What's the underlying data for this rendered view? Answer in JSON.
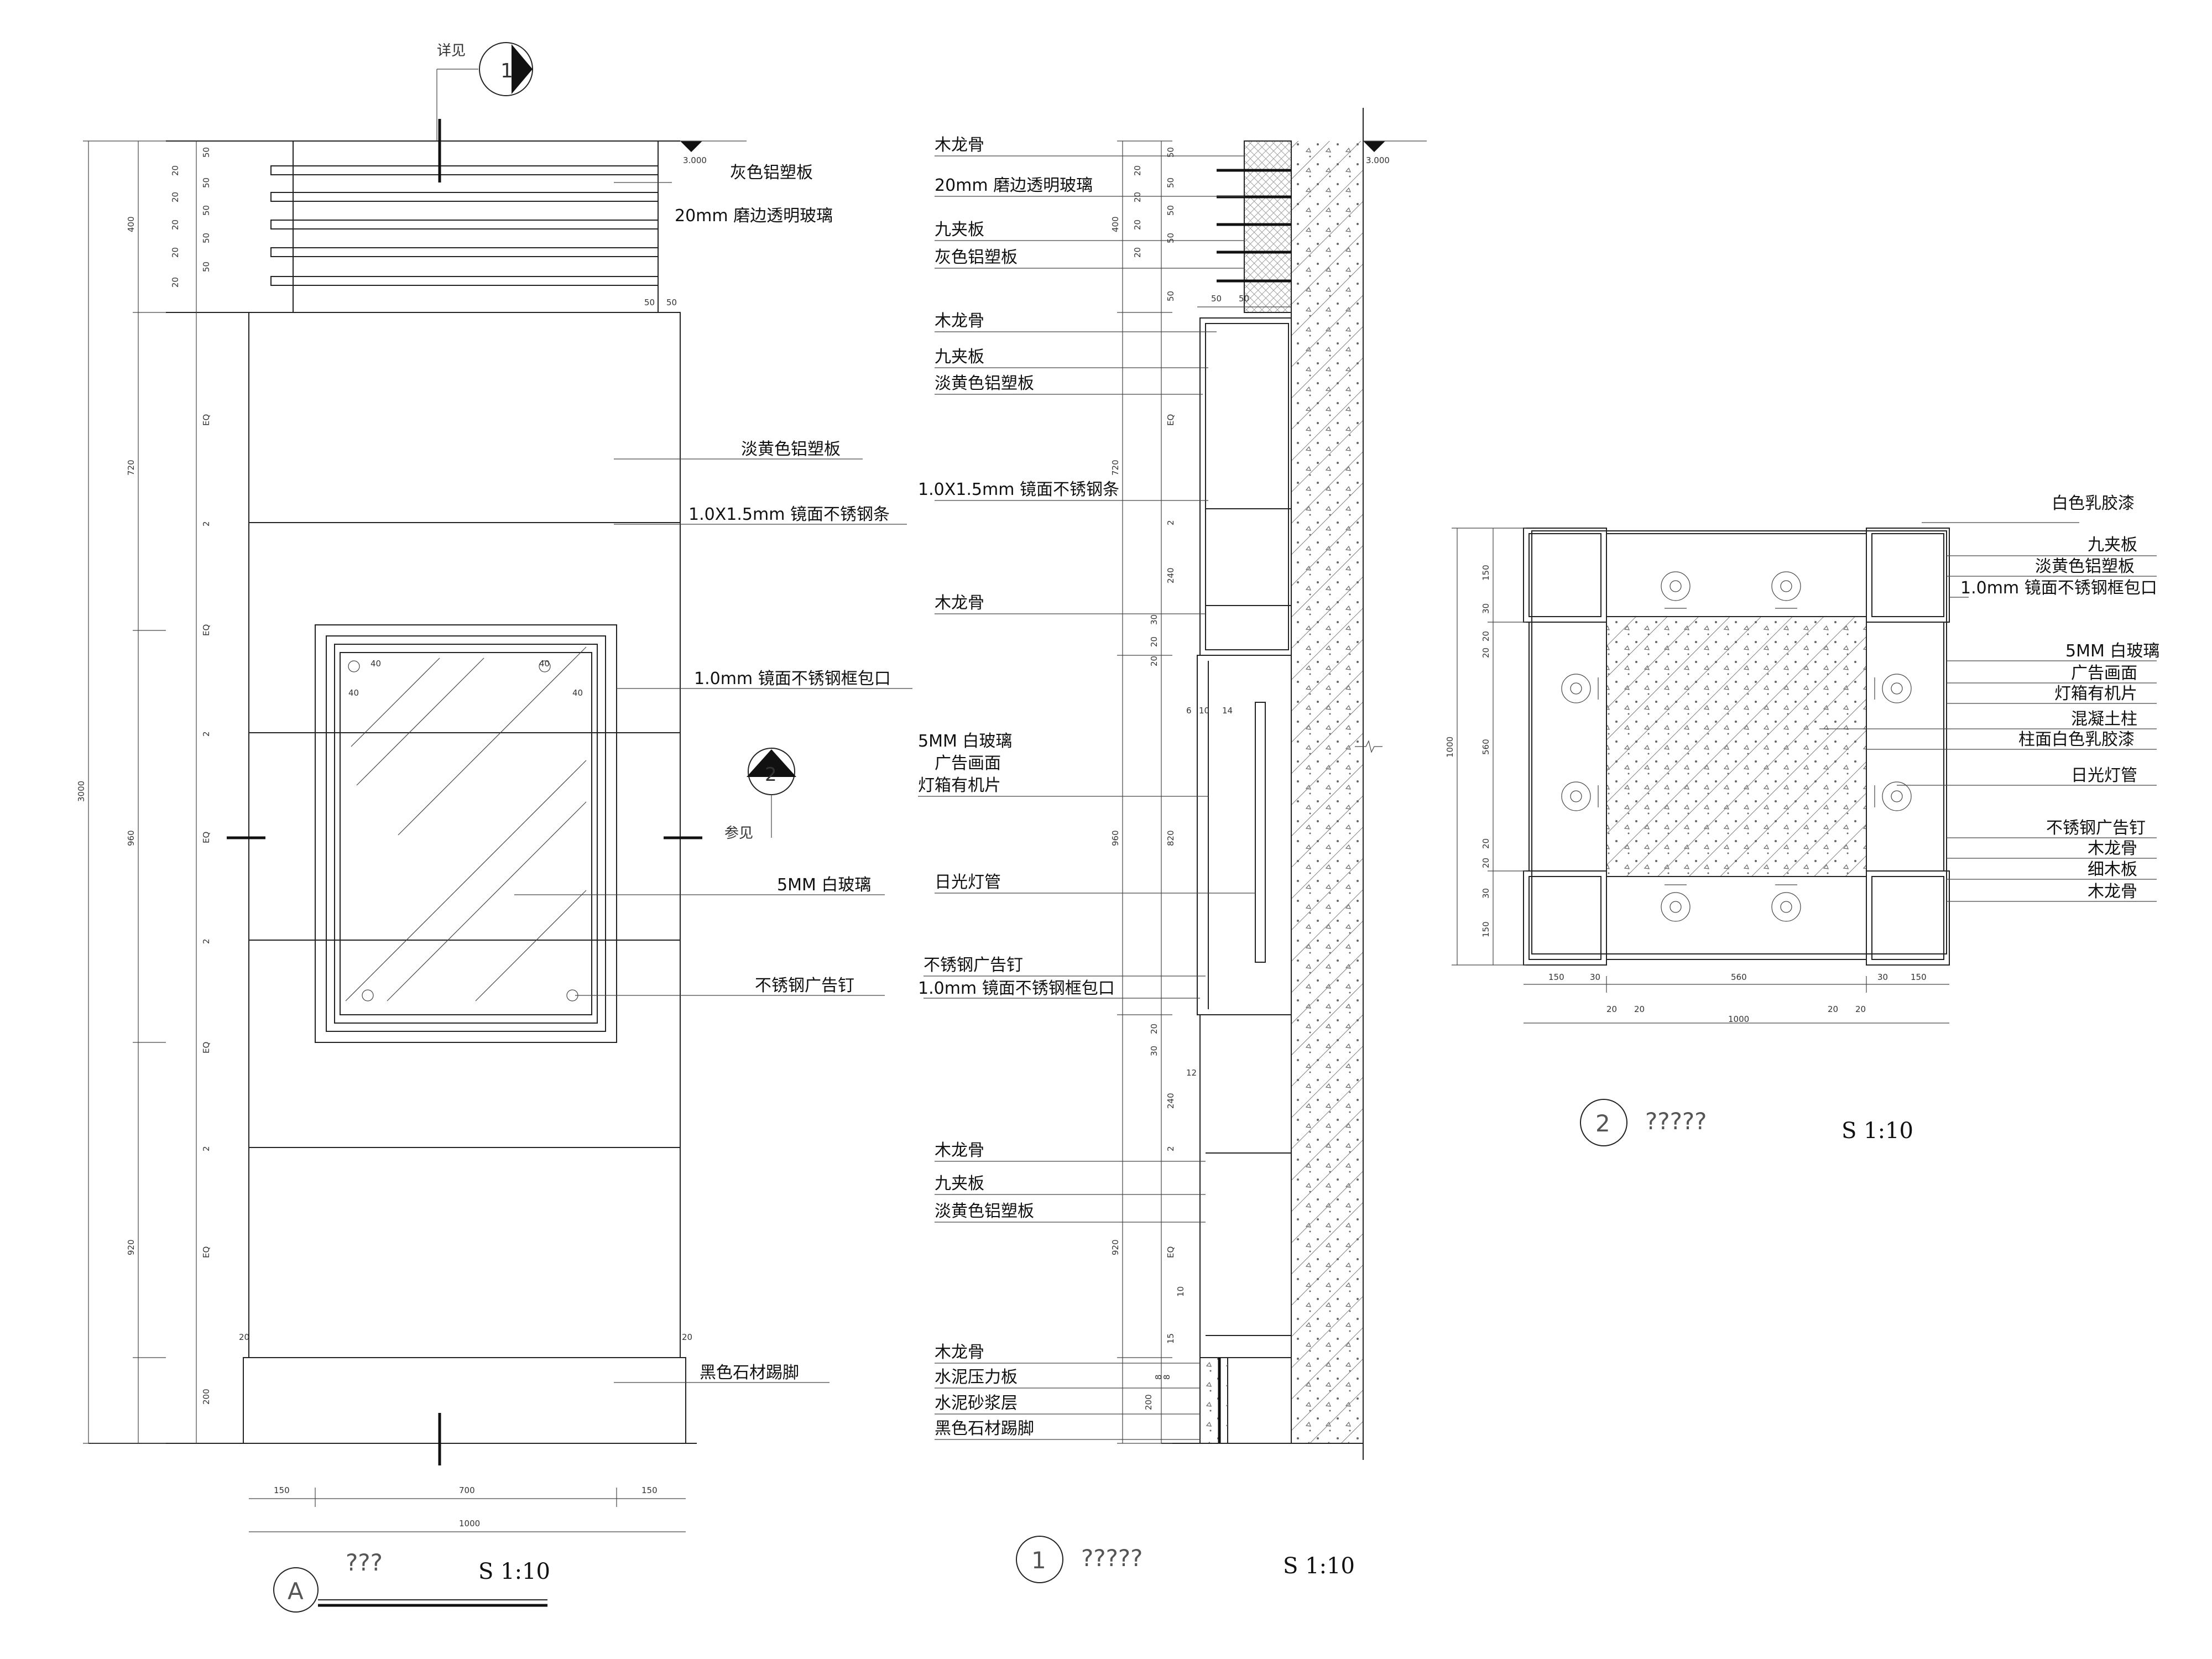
{
  "elevation": {
    "labels": {
      "grey_panel": "灰色铝塑板",
      "glass_20": "20mm 磨边透明玻璃",
      "yellow_panel": "淡黄色铝塑板",
      "steel_strip": "1.0X1.5mm 镜面不锈钢条",
      "steel_frame": "1.0mm 镜面不锈钢框包口",
      "white_glass": "5MM 白玻璃",
      "ad_nail": "不锈钢广告钉",
      "skirting": "黑色石材踢脚"
    },
    "level": "3.000",
    "detail_ref": "详见",
    "detail_num": "1",
    "see_ref": "参见",
    "see_num": "2",
    "dims": {
      "total": "3000",
      "v400": "400",
      "v720": "720",
      "v960": "960",
      "v920": "920",
      "v200": "200",
      "small": [
        "50",
        "20",
        "50",
        "20",
        "50",
        "20",
        "50",
        "20",
        "50",
        "20"
      ],
      "eq": "EQ",
      "two": "2",
      "d40": "40",
      "d50": "50",
      "d20": "20",
      "w150": "150",
      "w700": "700",
      "w1000": "1000"
    },
    "title_marker": "A",
    "title_text": "???",
    "scale": "S 1:10"
  },
  "section": {
    "labels": {
      "wood_keel_1": "木龙骨",
      "glass_20": "20mm 磨边透明玻璃",
      "plywood_1": "九夹板",
      "grey_panel": "灰色铝塑板",
      "wood_keel_2": "木龙骨",
      "plywood_2": "九夹板",
      "yellow_panel_1": "淡黄色铝塑板",
      "steel_strip": "1.0X1.5mm 镜面不锈钢条",
      "wood_keel_3": "木龙骨",
      "white_glass": "5MM 白玻璃",
      "ad_picture": "广告画面",
      "acrylic": "灯箱有机片",
      "lamp": "日光灯管",
      "ad_nail": "不锈钢广告钉",
      "steel_frame": "1.0mm 镜面不锈钢框包口",
      "wood_keel_4": "木龙骨",
      "plywood_3": "九夹板",
      "yellow_panel_2": "淡黄色铝塑板",
      "wood_keel_5": "木龙骨",
      "cement_board": "水泥压力板",
      "mortar": "水泥砂浆层",
      "skirting": "黑色石材踢脚"
    },
    "level": "3.000",
    "dims": {
      "v400": "400",
      "v720": "720",
      "v960": "960",
      "v920": "920",
      "v200": "200",
      "v240": "240",
      "v820": "820",
      "v30": "30",
      "v20": "20",
      "v15": "15",
      "v10": "10",
      "v8": "8",
      "v2": "2",
      "v12": "12",
      "eq": "EQ",
      "h50": "50",
      "h6": "6",
      "h10": "10",
      "h14": "14",
      "small": [
        "50",
        "20",
        "50",
        "20",
        "50",
        "20",
        "50",
        "20",
        "50"
      ]
    },
    "title_marker": "1",
    "title_text": "?????",
    "scale": "S 1:10"
  },
  "plan": {
    "labels": {
      "white_paint": "白色乳胶漆",
      "plywood": "九夹板",
      "yellow_panel": "淡黄色铝塑板",
      "steel_frame": "1.0mm 镜面不锈钢框包口",
      "white_glass": "5MM 白玻璃",
      "ad_picture": "广告画面",
      "acrylic": "灯箱有机片",
      "concrete": "混凝土柱",
      "col_paint": "柱面白色乳胶漆",
      "lamp": "日光灯管",
      "ad_nail": "不锈钢广告钉",
      "wood_keel_1": "木龙骨",
      "blockboard": "细木板",
      "wood_keel_2": "木龙骨"
    },
    "dims": {
      "d1000": "1000",
      "d150": "150",
      "d30": "30",
      "d20": "20",
      "d560": "560"
    },
    "title_marker": "2",
    "title_text": "?????",
    "scale": "S 1:10"
  }
}
